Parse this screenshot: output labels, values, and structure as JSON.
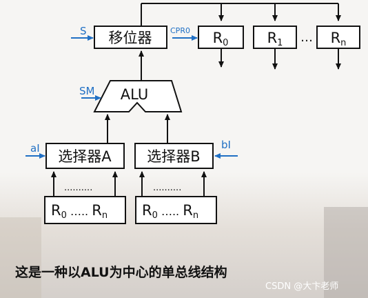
{
  "shifter": {
    "label": "移位器",
    "input_signal": "S",
    "output_signal": "CPR0"
  },
  "registers": [
    {
      "base": "R",
      "sub": "0"
    },
    {
      "base": "R",
      "sub": "1"
    },
    {
      "base": "R",
      "sub": "n"
    }
  ],
  "register_ellipsis": "…",
  "alu": {
    "label": "ALU",
    "control_signal": "SM"
  },
  "selector_a": {
    "label": "选择器A",
    "control_signal": "aI"
  },
  "selector_b": {
    "label": "选择器B",
    "control_signal": "bI"
  },
  "selector_dots": "..........",
  "source_a": {
    "first_base": "R",
    "first_sub": "0",
    "dots": " ….. ",
    "last_base": "R",
    "last_sub": "n"
  },
  "source_b": {
    "first_base": "R",
    "first_sub": "0",
    "dots": " ….. ",
    "last_base": "R",
    "last_sub": "n"
  },
  "caption": "这是一种以ALU为中心的单总线结构",
  "watermark": "CSDN @大卞老师",
  "colors": {
    "signal": "#1f6fc4",
    "line": "#111111"
  }
}
